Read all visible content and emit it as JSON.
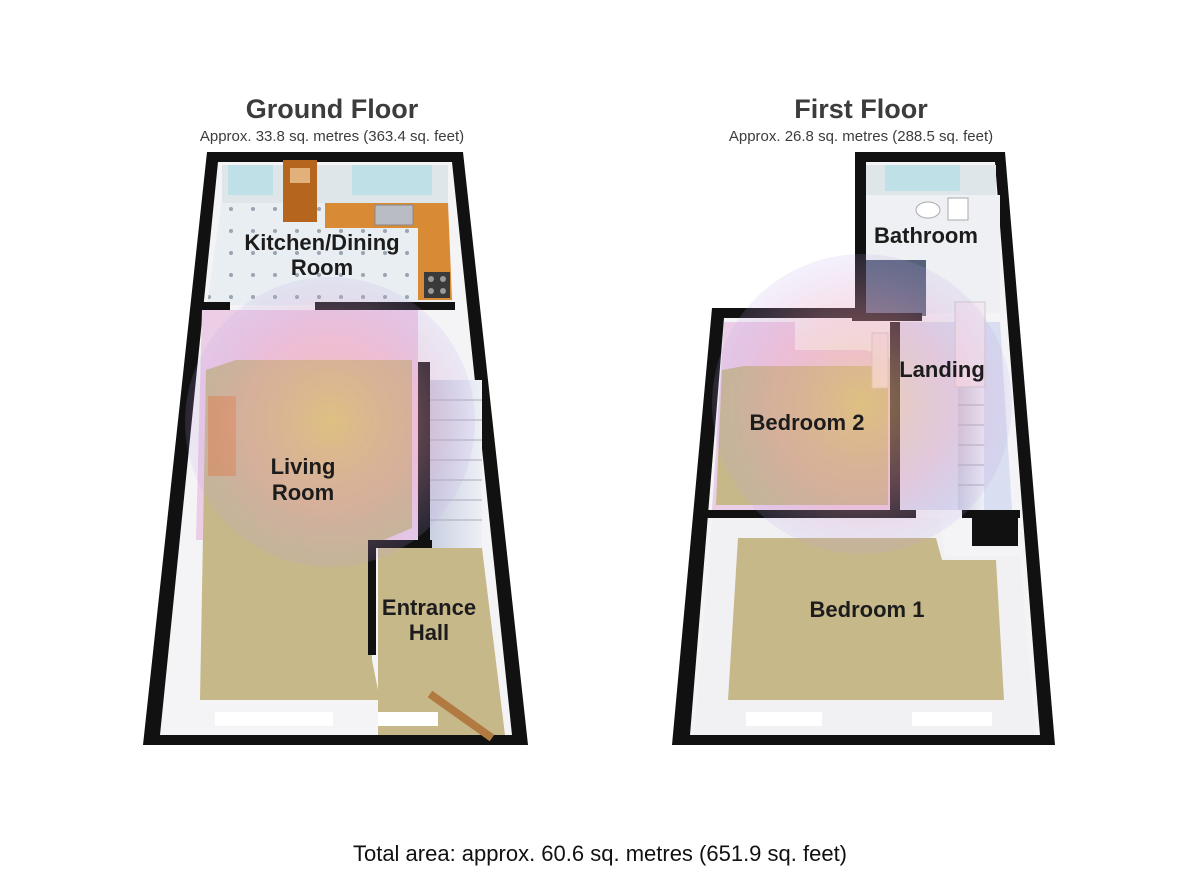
{
  "ground_floor": {
    "title": "Ground Floor",
    "area": "Approx. 33.8 sq. metres (363.4 sq. feet)",
    "rooms": {
      "kitchen_line1": "Kitchen/Dining",
      "kitchen_line2": "Room",
      "living_line1": "Living",
      "living_line2": "Room",
      "hall_line1": "Entrance",
      "hall_line2": "Hall"
    }
  },
  "first_floor": {
    "title": "First Floor",
    "area": "Approx. 26.8 sq. metres (288.5 sq. feet)",
    "rooms": {
      "bathroom": "Bathroom",
      "landing": "Landing",
      "bedroom2": "Bedroom 2",
      "bedroom1": "Bedroom 1"
    }
  },
  "total_area": "Total area: approx. 60.6 sq. metres (651.9 sq. feet)",
  "colors": {
    "wall": "#111111",
    "carpet": "#c7b88a",
    "pink_wall": "#e9c9e4",
    "kitchen_floor": "#e6eef2",
    "worktop": "#d88a35",
    "blue_wall": "#c9d4ec"
  }
}
